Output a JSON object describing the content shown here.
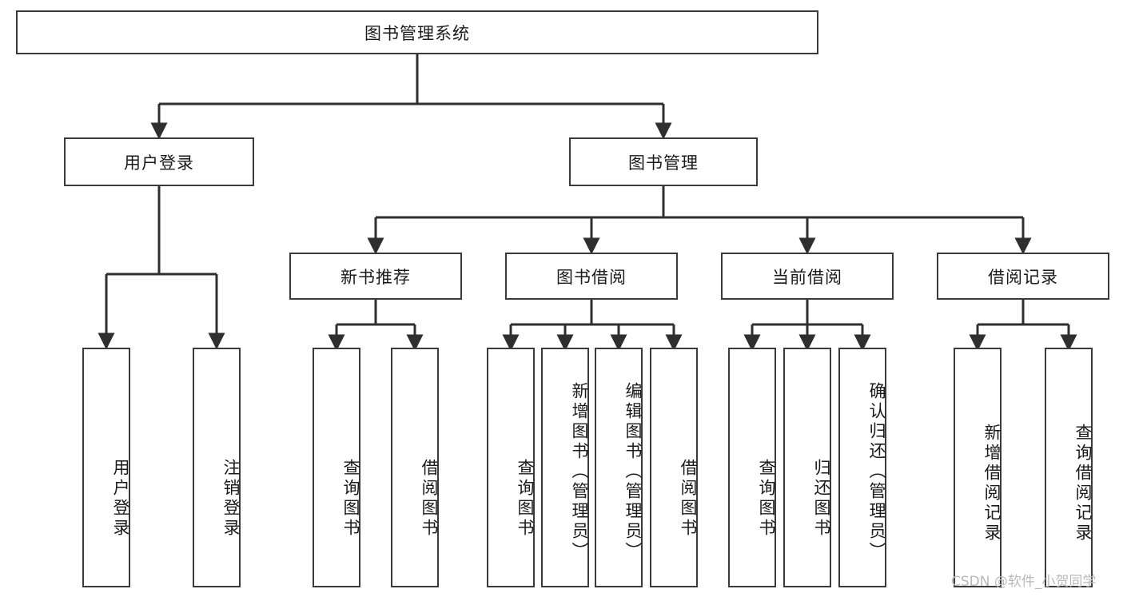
{
  "diagram": {
    "title": "图书管理系统",
    "type": "tree",
    "watermark": "CSDN @软件_小贺同学",
    "colors": {
      "box_border": "#3a3a3a",
      "box_fill": "#ffffff",
      "edge": "#2f2f2f",
      "text": "#1a1a1a",
      "watermark": "#b9b9b9",
      "background": "#ffffff"
    },
    "levels": {
      "level1": [
        {
          "id": "root",
          "label": "图书管理系统",
          "orientation": "horizontal"
        }
      ],
      "level2": [
        {
          "id": "login",
          "label": "用户登录",
          "orientation": "horizontal",
          "parent": "root"
        },
        {
          "id": "bookmgmt",
          "label": "图书管理",
          "orientation": "horizontal",
          "parent": "root"
        }
      ],
      "level3": [
        {
          "id": "newbook",
          "label": "新书推荐",
          "orientation": "horizontal",
          "parent": "bookmgmt"
        },
        {
          "id": "borrow",
          "label": "图书借阅",
          "orientation": "horizontal",
          "parent": "bookmgmt"
        },
        {
          "id": "current",
          "label": "当前借阅",
          "orientation": "horizontal",
          "parent": "bookmgmt"
        },
        {
          "id": "records",
          "label": "借阅记录",
          "orientation": "horizontal",
          "parent": "bookmgmt"
        }
      ],
      "leaves": [
        {
          "id": "leaf-user-login",
          "label": "用户登录",
          "orientation": "vertical",
          "parent": "login"
        },
        {
          "id": "leaf-user-logout",
          "label": "注销登录",
          "orientation": "vertical",
          "parent": "login"
        },
        {
          "id": "leaf-new-query",
          "label": "查询图书",
          "orientation": "vertical",
          "parent": "newbook"
        },
        {
          "id": "leaf-new-borrow",
          "label": "借阅图书",
          "orientation": "vertical",
          "parent": "newbook"
        },
        {
          "id": "leaf-borrow-query",
          "label": "查询图书",
          "orientation": "vertical",
          "parent": "borrow"
        },
        {
          "id": "leaf-borrow-add",
          "label": "新增图书（管理员）",
          "orientation": "vertical",
          "parent": "borrow"
        },
        {
          "id": "leaf-borrow-edit",
          "label": "编辑图书（管理员）",
          "orientation": "vertical",
          "parent": "borrow"
        },
        {
          "id": "leaf-borrow-lend",
          "label": "借阅图书",
          "orientation": "vertical",
          "parent": "borrow"
        },
        {
          "id": "leaf-current-query",
          "label": "查询图书",
          "orientation": "vertical",
          "parent": "current"
        },
        {
          "id": "leaf-current-return",
          "label": "归还图书",
          "orientation": "vertical",
          "parent": "current"
        },
        {
          "id": "leaf-current-confirm",
          "label": "确认归还（管理员）",
          "orientation": "vertical",
          "parent": "current"
        },
        {
          "id": "leaf-record-add",
          "label": "新增借阅记录",
          "orientation": "vertical",
          "parent": "records"
        },
        {
          "id": "leaf-record-query",
          "label": "查询借阅记录",
          "orientation": "vertical",
          "parent": "records"
        }
      ]
    }
  }
}
